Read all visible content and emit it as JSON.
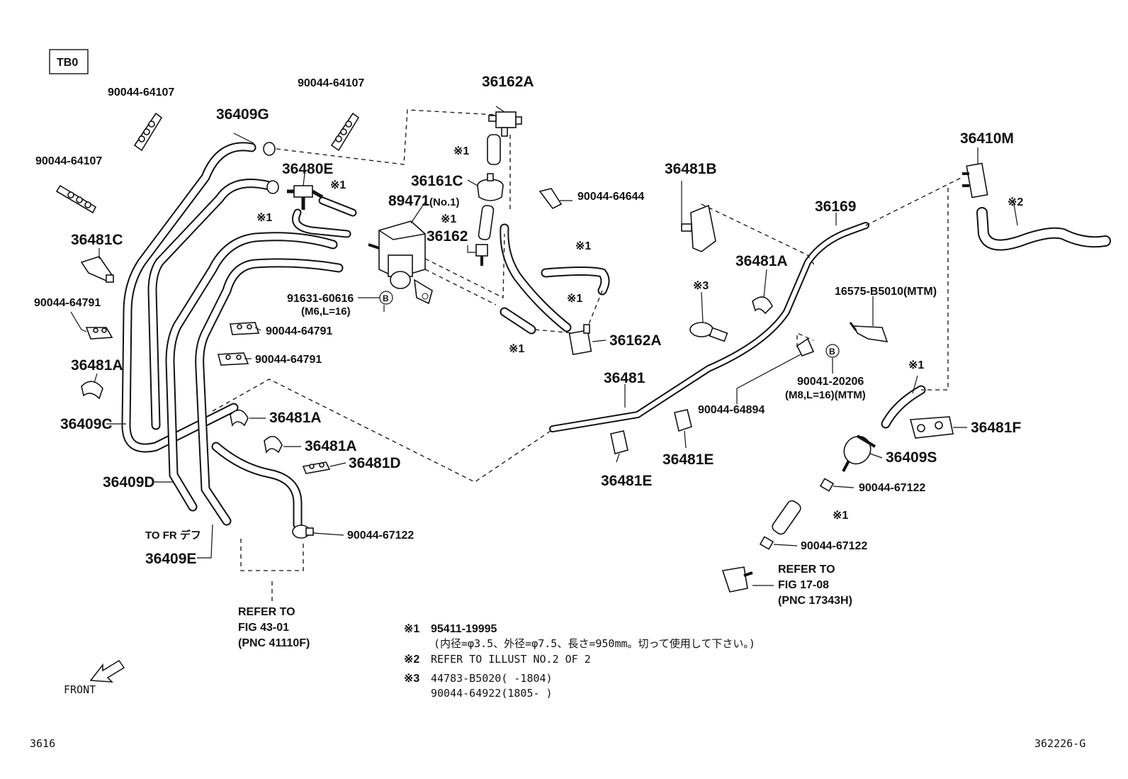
{
  "box_code": "TB0",
  "labels": {
    "p90044_64107_a": "90044-64107",
    "p90044_64107_b": "90044-64107",
    "p90044_64107_c": "90044-64107",
    "p36409G": "36409G",
    "p36480E": "36480E",
    "p36162A_top": "36162A",
    "p36161C": "36161C",
    "p89471": "89471",
    "p89471_sub": "(No.1)",
    "p36162": "36162",
    "p90044_64644": "90044-64644",
    "p36481B": "36481B",
    "p36169": "36169",
    "p36410M": "36410M",
    "p36481C": "36481C",
    "p90044_64791_a": "90044-64791",
    "p90044_64791_b": "90044-64791",
    "p90044_64791_c": "90044-64791",
    "p36481A_left": "36481A",
    "p36409C": "36409C",
    "p91631": "91631-60616",
    "p91631_sub": "(M6,L=16)",
    "p36162A_mid": "36162A",
    "p36481A_mid": "36481A",
    "p16575": "16575-B5010(MTM)",
    "p36481": "36481",
    "p90041": "90041-20206",
    "p90041_sub": "(M8,L=16)(MTM)",
    "p90044_64894": "90044-64894",
    "p36481A_c": "36481A",
    "p36481A_d": "36481A",
    "p36481D": "36481D",
    "p36481F": "36481F",
    "p36409S": "36409S",
    "p36481E_a": "36481E",
    "p36481E_b": "36481E",
    "p36409D": "36409D",
    "p90044_67122_a": "90044-67122",
    "p90044_67122_b": "90044-67122",
    "p90044_67122_c": "90044-67122",
    "p36409E": "36409E",
    "to_fr": "TO FR デフ",
    "mark1": "※1",
    "mark2": "※2",
    "mark3": "※3",
    "circle_b": "B"
  },
  "refer_left": {
    "l1": "REFER TO",
    "l2": "FIG 43-01",
    "l3": "(PNC 41110F)"
  },
  "refer_right": {
    "l1": "REFER TO",
    "l2": "FIG 17-08",
    "l3": "(PNC 17343H)"
  },
  "notes": {
    "n1_mark": "※1",
    "n1_text": "95411-19995",
    "n1_detail": "(内径=φ3.5、外径=φ7.5、長さ=950mm。切って使用して下さい。)",
    "n2_mark": "※2",
    "n2_text": "REFER TO ILLUST NO.2 OF 2",
    "n3_mark": "※3",
    "n3_text_a": "44783-B5020(     -1804)",
    "n3_text_b": "90044-64922(1805-     )"
  },
  "front_label": "FRONT",
  "footer_left": "3616",
  "footer_right": "362226-G"
}
